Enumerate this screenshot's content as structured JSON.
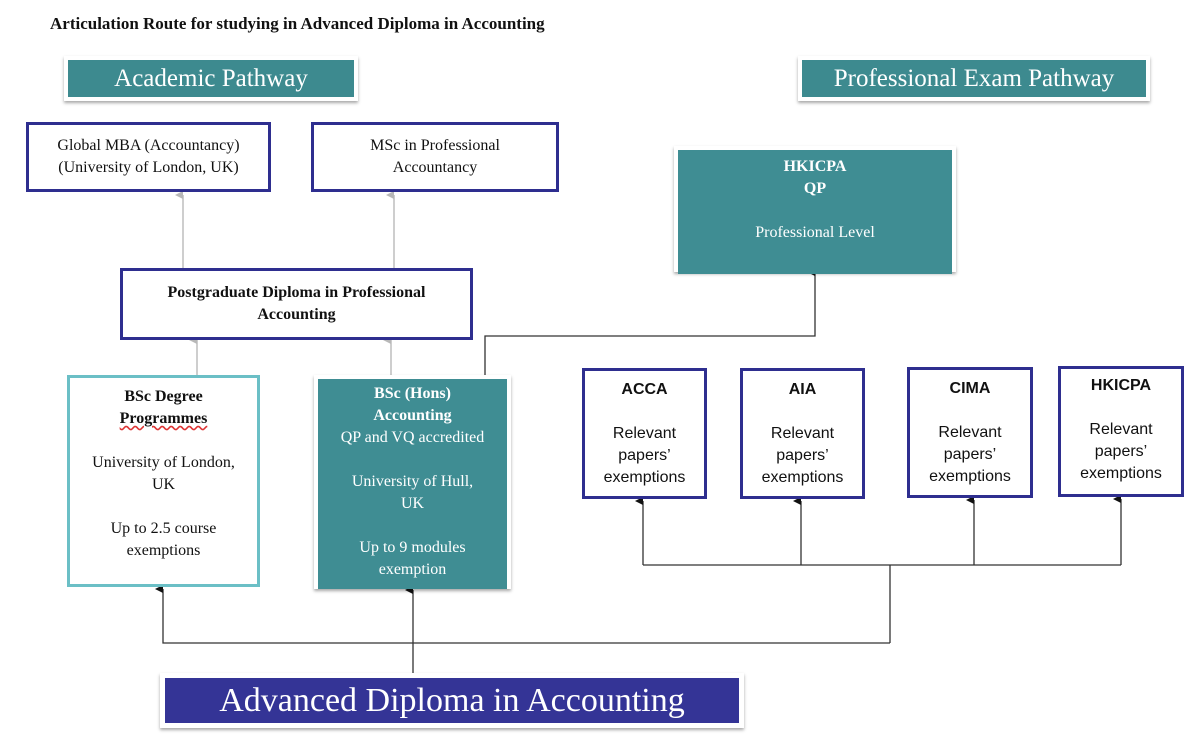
{
  "title": "Articulation Route for studying in Advanced Diploma in Accounting",
  "headers": {
    "academic": "Academic Pathway",
    "professional": "Professional Exam Pathway"
  },
  "academic": {
    "global_mba": {
      "line1": "Global MBA (Accountancy)",
      "line2": "(University of London, UK)"
    },
    "msc": {
      "line1": "MSc in Professional",
      "line2": "Accountancy"
    },
    "pgd": {
      "line1": "Postgraduate Diploma in Professional",
      "line2": "Accounting"
    },
    "bsc_degree": {
      "title1": "BSc Degree",
      "title2": "Programmes",
      "uni1": "University of London,",
      "uni2": "UK",
      "exempt1": "Up to 2.5 course",
      "exempt2": "exemptions"
    },
    "bsc_hons": {
      "title1": "BSc (Hons)",
      "title2": "Accounting",
      "accred": "QP and VQ accredited",
      "uni1": "University of Hull,",
      "uni2": "UK",
      "exempt1": "Up to 9 modules",
      "exempt2": "exemption"
    }
  },
  "professional": {
    "hkicpa_qp": {
      "line1": "HKICPA",
      "line2": "QP",
      "level": "Professional Level"
    },
    "bodies": [
      {
        "name": "ACCA",
        "line1": "Relevant",
        "line2": "papers’",
        "line3": "exemptions"
      },
      {
        "name": "AIA",
        "line1": "Relevant",
        "line2": "papers’",
        "line3": "exemptions"
      },
      {
        "name": "CIMA",
        "line1": "Relevant",
        "line2": "papers’",
        "line3": "exemptions"
      },
      {
        "name": "HKICPA",
        "line1": "Relevant",
        "line2": "papers’",
        "line3": "exemptions"
      }
    ]
  },
  "root": "Advanced Diploma in Accounting",
  "colors": {
    "teal": "#3f8d93",
    "navy": "#343496",
    "border_blue": "#2e2e8f",
    "light_teal_border": "#6bbfc6"
  }
}
